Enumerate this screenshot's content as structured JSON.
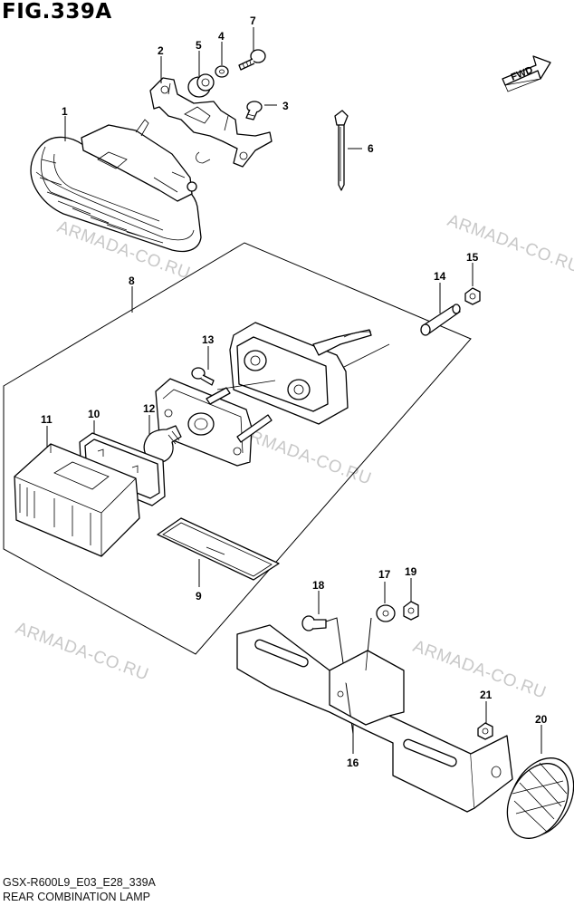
{
  "figure": {
    "title": "FIG.339A",
    "fwd_label": "FWD",
    "watermark": "ARMADA-CO.RU",
    "code": "GSX-R600L9_E03_E28_339A",
    "caption": "REAR COMBINATION LAMP"
  },
  "callouts": [
    "1",
    "2",
    "3",
    "4",
    "5",
    "6",
    "7",
    "8",
    "9",
    "10",
    "11",
    "12",
    "13",
    "14",
    "15",
    "16",
    "17",
    "18",
    "19",
    "20",
    "21"
  ]
}
